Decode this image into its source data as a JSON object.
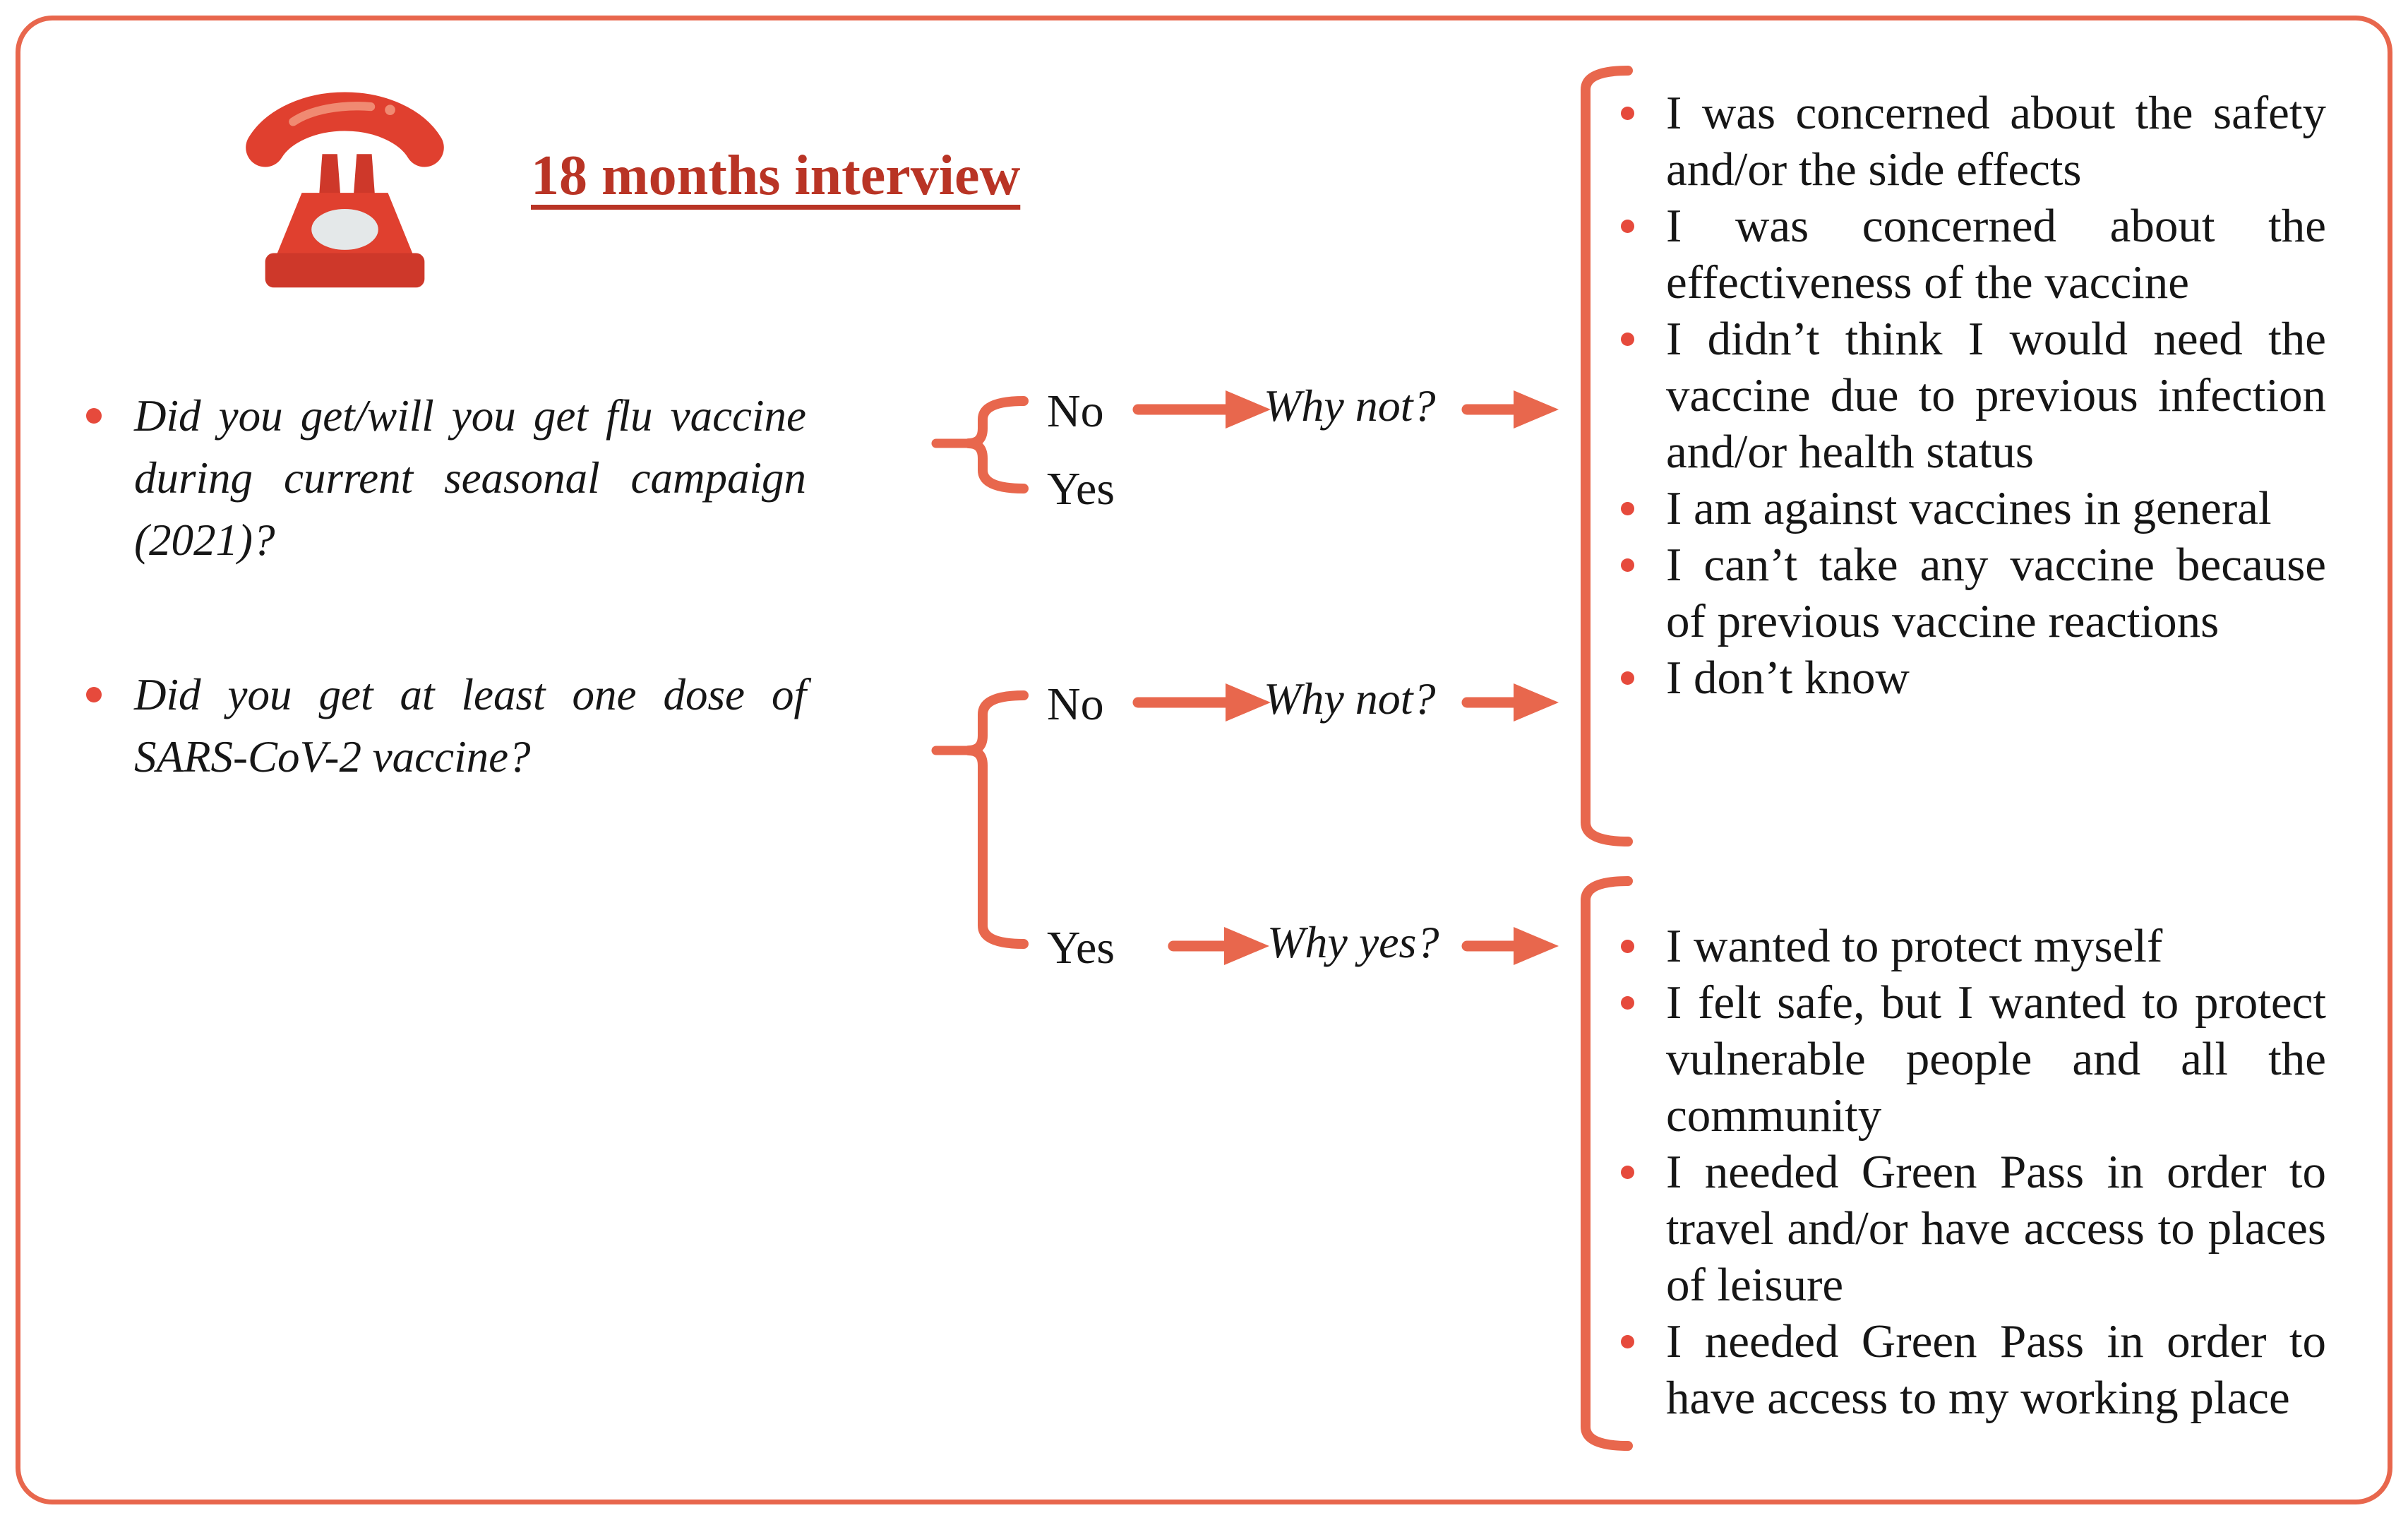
{
  "header": {
    "title": "18 months interview"
  },
  "icons": {
    "phone": "rotary-telephone"
  },
  "questions": {
    "items": [
      {
        "text": "Did you get/will you get flu vaccine during current seasonal campaign (2021)?"
      },
      {
        "text": "Did you get at least one dose of SARS-CoV-2 vaccine?"
      }
    ]
  },
  "flow": {
    "q1": {
      "no": "No",
      "yes": "Yes",
      "why_not": "Why not?"
    },
    "q2": {
      "no": "No",
      "yes": "Yes",
      "why_not": "Why not?",
      "why_yes": "Why yes?"
    }
  },
  "why_not_reasons": {
    "items": [
      "I was concerned about the safety and/or the side effects",
      "I was concerned about the effectiveness of the vaccine",
      "I didn’t think I would need the vaccine due to previous infection and/or health status",
      "I am against vaccines in general",
      "I can’t take any vaccine because of previous vaccine reactions",
      "I don’t know"
    ]
  },
  "why_yes_reasons": {
    "items": [
      "I wanted to protect myself",
      "I felt safe, but I wanted to protect vulnerable people and all the community",
      "I needed Green Pass in order to travel and/or have access to places of leisure",
      "I needed Green Pass in order to have access to my working place"
    ]
  },
  "colors": {
    "accent": "#E8674D",
    "bullet": "#E64A3C",
    "title": "#B93425",
    "text": "#161616",
    "phone_red": "#E0402F",
    "phone_dark": "#CE382A",
    "phone_dial": "#E4E8E9",
    "phone_highlight": "#F08A72"
  }
}
